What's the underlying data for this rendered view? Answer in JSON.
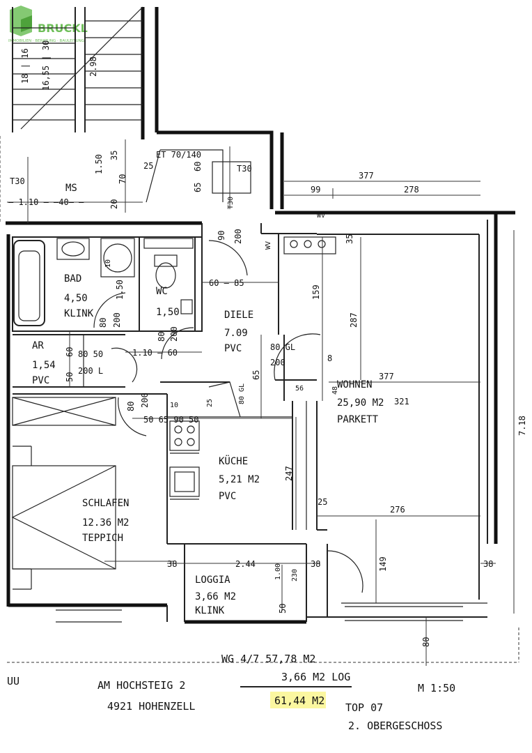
{
  "logo": {
    "name": "BRUCKL",
    "tagline": "IMMOBILIEN · BERATUNG · BAULEITUNG",
    "color": "#6fbf5a"
  },
  "rooms": {
    "bad": {
      "name": "BAD",
      "area": "4,50",
      "floor": "KLINK"
    },
    "wc": {
      "name": "WC",
      "area": "1,50"
    },
    "diele": {
      "name": "DIELE",
      "area": "7.09",
      "floor": "PVC"
    },
    "ar": {
      "name": "AR",
      "area": "1,54",
      "floor": "PVC"
    },
    "wohnen": {
      "name": "WOHNEN",
      "area": "25,90 M2",
      "floor": "PARKETT"
    },
    "kueche": {
      "name": "KÜCHE",
      "area": "5,21 M2",
      "floor": "PVC"
    },
    "schlafen": {
      "name": "SCHLAFEN",
      "area": "12.36 M2",
      "floor": "TEPPICH"
    },
    "loggia": {
      "name": "LOGGIA",
      "area": "3,66 M2",
      "floor": "KLINK"
    },
    "ms": {
      "name": "MS"
    }
  },
  "dimensions": {
    "d377_top": "377",
    "d99": "99",
    "d278": "278",
    "d377_mid": "377",
    "d321": "321",
    "d276": "276",
    "d287": "287",
    "d159": "159",
    "d247": "247",
    "d149": "149",
    "d718": "7.18",
    "d35_wohnen": "35",
    "d48": "48",
    "d56": "56",
    "d8": "8",
    "d80gl_diele": "80 GL",
    "d200_diele": "200",
    "d65": "65",
    "d60_85": "60 — 85",
    "d1_10_60": "1.10 — 60",
    "d80_50": "80  50",
    "d200l": "200 L",
    "d50_60": "50",
    "d60": "60",
    "d50_65_90_50": "50   65   90   50",
    "d244": "2.44",
    "d38_left": "38",
    "d38_mid": "38",
    "d38_right": "38",
    "d100": "1.00",
    "d230": "230",
    "d50_loggia": "50",
    "d80_bottom": "80",
    "d25_wohnen": "25",
    "d25_kueche": "25",
    "d80gl_kueche": "80 GL",
    "d80_schlafen": "80",
    "d200_schlafen": "200",
    "d80_bad": "80",
    "d200_bad": "200",
    "d150_bad": "1.50",
    "d80_wc": "80",
    "d200_wc": "200",
    "d90": "90",
    "d200_door": "200",
    "t30_left": "T30",
    "t30_right": "T30",
    "t30_mid": "T30",
    "et": "ET  70/140",
    "d25_et": "25",
    "d65_et": "65",
    "d60_et": "60",
    "d150_ms": "1.50",
    "d35_ms": "35",
    "d70_ms": "70",
    "d20_ms": "20",
    "d110_40": "— 1.10 — —40— —",
    "stairs_a": "18 | 16",
    "stairs_b": "16,55 | 30",
    "d298": "2.98",
    "wv1": "WV",
    "wv2": "WV",
    "d10": "10",
    "d10b": "10"
  },
  "footer": {
    "summary_total": "WG 4/7  57,78 M2",
    "summary_log": "3,66 M2 LOG",
    "summary_sum": "61,44 M2",
    "address_street": "AM HOCHSTEIG 2",
    "address_city": "4921 HOHENZELL",
    "scale": "M 1:50",
    "top": "TOP 07",
    "floor_level": "2. OBERGESCHOSS",
    "corner": "UU"
  },
  "colors": {
    "highlight": "#fbf7a0",
    "ink": "#111111"
  }
}
